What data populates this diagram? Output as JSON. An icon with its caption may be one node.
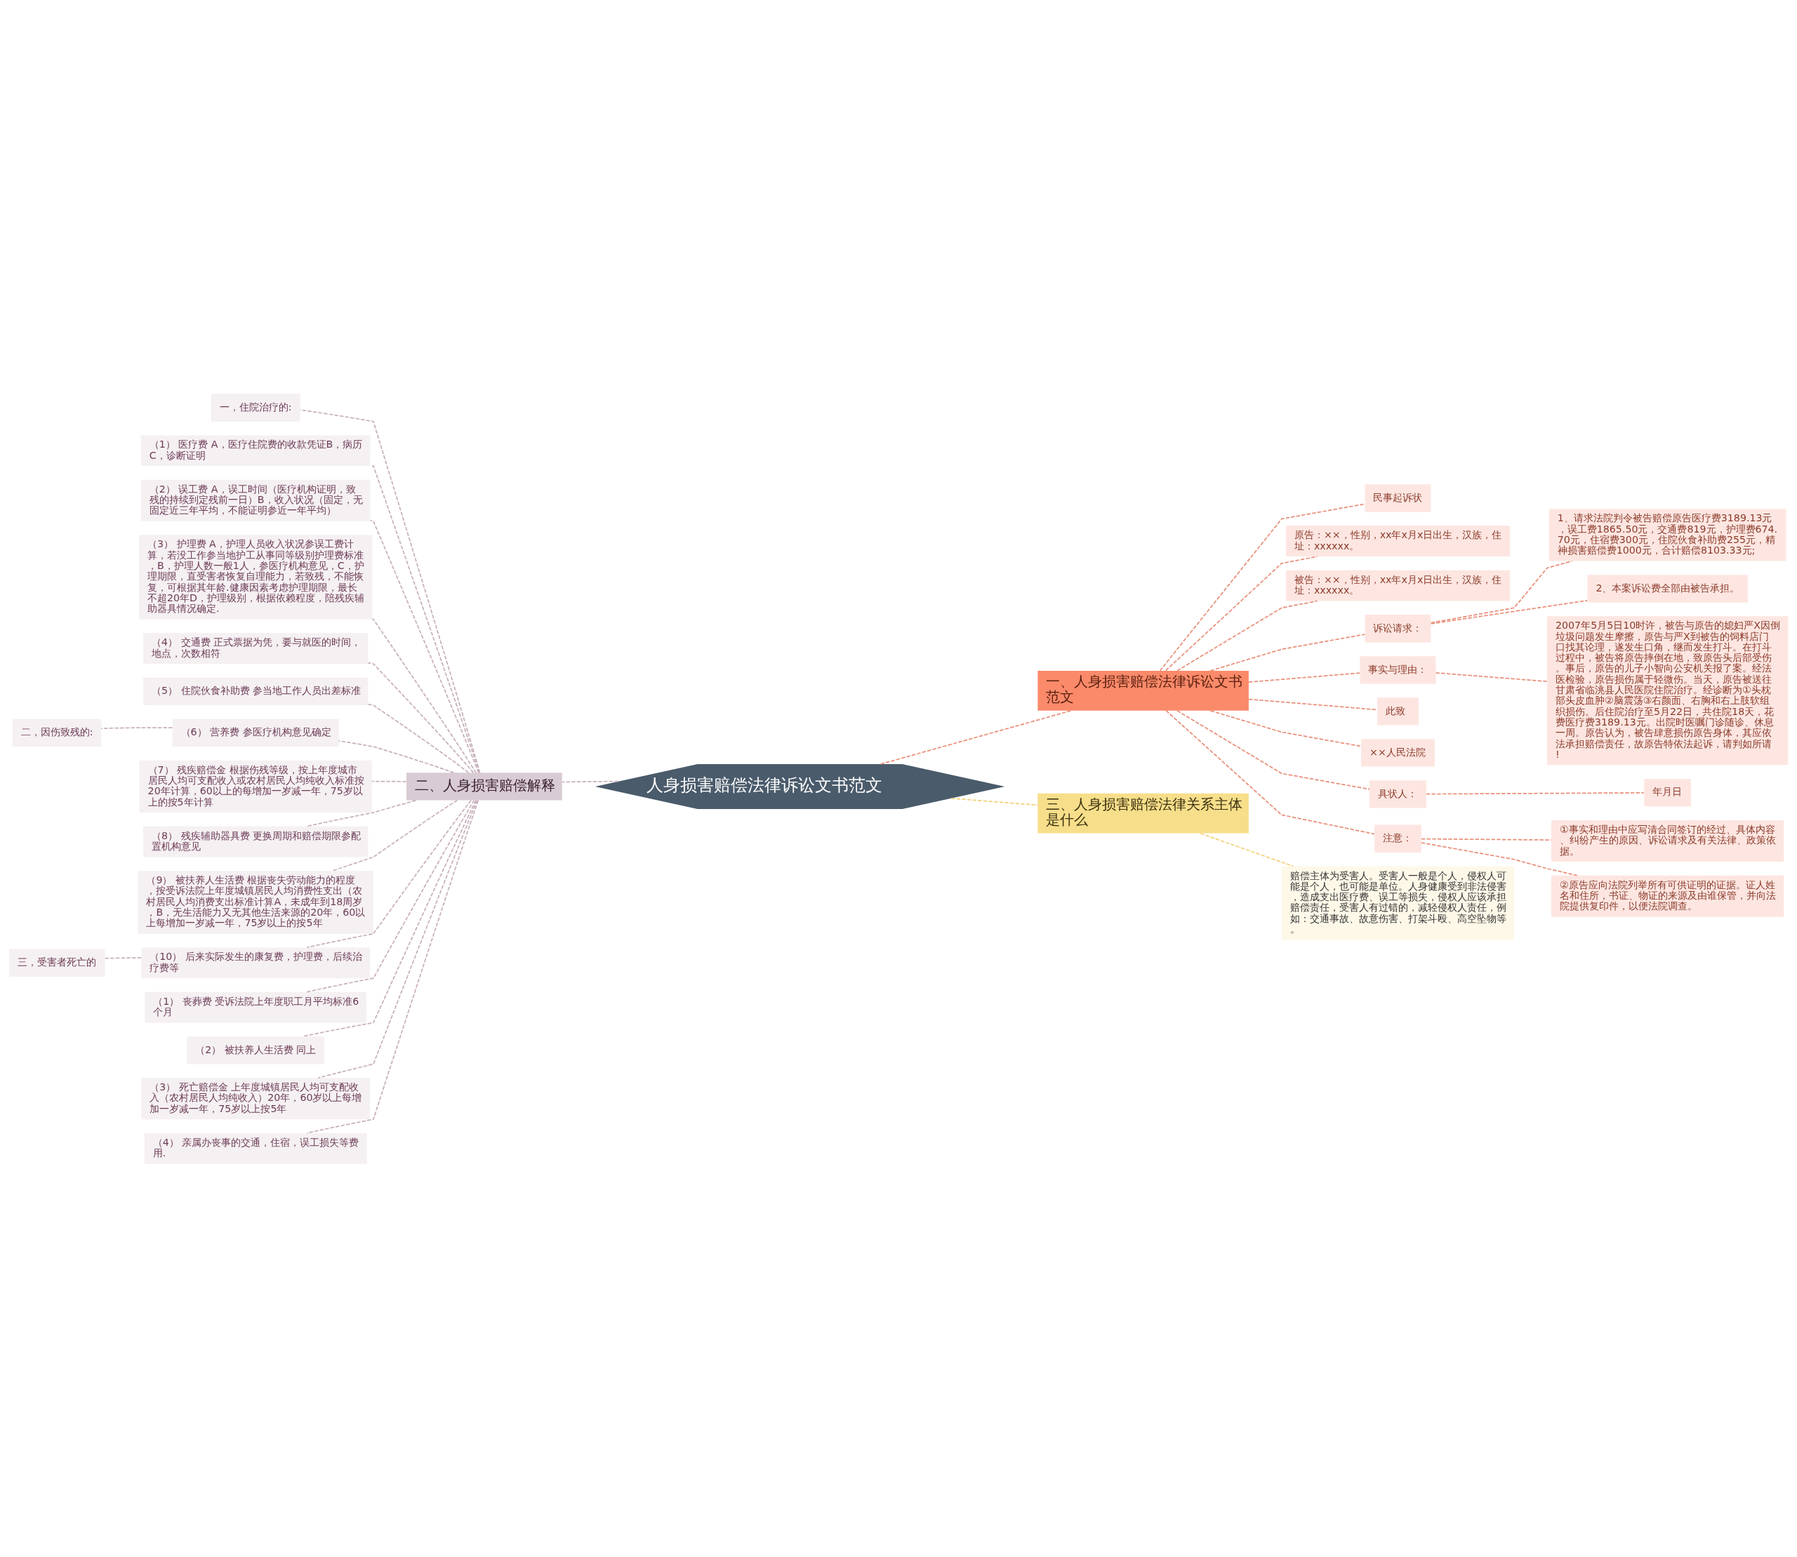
{
  "diagram": {
    "nodes": [
      {
        "text": [
          "人身损害赔偿法律诉讼文书范文"
        ]
      },
      {
        "text": [
          "一、人身损害赔偿法律诉讼文书范文"
        ]
      },
      {
        "text": [
          "民事起诉状"
        ]
      },
      {
        "text": [
          "原告：××，性别，xx年x月x日出生，汉族，住址：xxxxxx。"
        ]
      },
      {
        "text": [
          "被告：××，性别，xx年x月x日出生，汉族，住址：xxxxxx。"
        ]
      },
      {
        "text": [
          "诉讼请求："
        ]
      },
      {
        "text": [
          "1、请求法院判令被告赔偿原告医疗费3189.13元，误工费1865.50元，交通费819元，护理费674.70元，住宿费300元，住院伙食补助费255元，精神损害赔偿费1000元，合计赔偿8103.33元;"
        ]
      },
      {
        "text": [
          "2、本案诉讼费全部由被告承担。"
        ]
      },
      {
        "text": [
          "事实与理由："
        ]
      },
      {
        "text": [
          "2007年5月5日10时许，被告与原告的媳妇严X因倒垃圾问题发生摩擦，原告与严X到被告的饲料店门口找其论理，遂发生口角，继而发生打斗。在打斗过程中，被告将原告摔倒在地，致原告头后部受伤。事后，原告的儿子小智向公安机关报了案。经法医检验，原告损伤属于轻微伤。当天，原告被送往甘肃省临洮县人民医院住院治疗。经诊断为①头枕部头皮血肿②脑震荡③右颜面、右胸和右上肢软组织损伤。后住院治疗至5月22日，共住院18天，花费医疗费3189.13元。出院时医嘱门诊随诊、休息一周。原告认为，被告肆意损伤原告身体，其应依法承担赔偿责任，故原告特依法起诉，请判如所请!"
        ]
      },
      {
        "text": [
          "此致"
        ]
      },
      {
        "text": [
          "××人民法院"
        ]
      },
      {
        "text": [
          "具状人："
        ]
      },
      {
        "text": [
          "年月日"
        ]
      },
      {
        "text": [
          "注意："
        ]
      },
      {
        "text": [
          "①事实和理由中应写清合同签订的经过、具体内容、纠纷产生的原因、诉讼请求及有关法律、政策依据。"
        ]
      },
      {
        "text": [
          "②原告应向法院列举所有可供证明的证据。证人姓名和住所，书证、物证的来源及由谁保管，并向法院提供复印件，以便法院调查。"
        ]
      },
      {
        "text": [
          "三、人身损害赔偿法律关系主体是什么"
        ]
      },
      {
        "text": [
          "赔偿主体为受害人。受害人一般是个人，侵权人可能是个人，也可能是单位。人身健康受到非法侵害，造成支出医疗费、误工等损失，侵权人应该承担赔偿责任，受害人有过错的，减轻侵权人责任，例如：交通事故、故意伤害、打架斗殴、高空坠物等。"
        ]
      },
      {
        "text": [
          "二、人身损害赔偿解释"
        ]
      },
      {
        "text": [
          "一，住院治疗的:"
        ]
      },
      {
        "text": [
          "（1） 医疗费 A，医疗住院费的收款凭证B，病历C，诊断证明"
        ]
      },
      {
        "text": [
          "（2） 误工费 A，误工时间（医疗机构证明，致残的持续到定残前一日）B，收入状况（固定，无固定近三年平均，不能证明参近一年平均）"
        ]
      },
      {
        "text": [
          "（3） 护理费 A，护理人员收入状况参误工费计算，若没工作参当地护工从事同等级别护理费标准，B，护理人数一般1人，参医疗机构意见，C，护理期限，直受害者恢复自理能力，若致残，不能恢复，可根据其年龄.健康因素考虑护理期限，最长不超20年D，护理级别，根据依赖程度，陪残疾辅助器具情况确定."
        ]
      },
      {
        "text": [
          "（4） 交通费 正式票据为凭，要与就医的时间，地点，次数相符"
        ]
      },
      {
        "text": [
          "（5） 住院伙食补助费 参当地工作人员出差标准"
        ]
      },
      {
        "text": [
          "二，因伤致残的:"
        ]
      },
      {
        "text": [
          "（6） 营养费 参医疗机构意见确定"
        ]
      },
      {
        "text": [
          "（7） 残疾赔偿金 根据伤残等级，按上年度城市居民人均可支配收入或农村居民人均纯收入标准按20年计算，60以上的每增加一岁减一年，75岁以上的按5年计算"
        ]
      },
      {
        "text": [
          "（8） 残疾辅助器具费 更换周期和赔偿期限参配置机构意见"
        ]
      },
      {
        "text": [
          "（9） 被扶养人生活费 根据丧失劳动能力的程度，按受诉法院上年度城镇居民人均消费性支出（农村居民人均消费支出标准计算A，未成年到18周岁，B，无生活能力又无其他生活来源的20年，60以上每增加一岁减一年，75岁以上的按5年"
        ]
      },
      {
        "text": [
          "三，受害者死亡的"
        ]
      },
      {
        "text": [
          "（10） 后来实际发生的康复费，护理费，后续治疗费等"
        ]
      },
      {
        "text": [
          "（1） 丧葬费 受诉法院上年度职工月平均标准6个月"
        ]
      },
      {
        "text": [
          "（2） 被扶养人生活费 同上"
        ]
      },
      {
        "text": [
          "（3） 死亡赔偿金 上年度城镇居民人均可支配收入（农村居民人均纯收入）20年，60岁以上每增加一岁减一年，75岁以上按5年"
        ]
      },
      {
        "text": [
          "（4） 亲属办丧事的交通，住宿，误工损失等费用."
        ]
      }
    ],
    "edges": [
      {
        "from": 0,
        "to": 1,
        "arrow": "none",
        "style": "dashed",
        "color": "#e8907a"
      },
      {
        "from": 1,
        "to": 2,
        "arrow": "none",
        "style": "dashed",
        "color": "#e8907a"
      },
      {
        "from": 1,
        "to": 3,
        "arrow": "none",
        "style": "dashed",
        "color": "#e8907a"
      },
      {
        "from": 1,
        "to": 4,
        "arrow": "none",
        "style": "dashed",
        "color": "#e8907a"
      },
      {
        "from": 1,
        "to": 5,
        "arrow": "none",
        "style": "dashed",
        "color": "#e8907a"
      },
      {
        "from": 5,
        "to": 6,
        "arrow": "none",
        "style": "dashed",
        "color": "#e8907a"
      },
      {
        "from": 5,
        "to": 7,
        "arrow": "none",
        "style": "dashed",
        "color": "#e8907a"
      },
      {
        "from": 1,
        "to": 8,
        "arrow": "none",
        "style": "dashed",
        "color": "#e8907a"
      },
      {
        "from": 8,
        "to": 9,
        "arrow": "none",
        "style": "dashed",
        "color": "#e8907a"
      },
      {
        "from": 1,
        "to": 10,
        "arrow": "none",
        "style": "dashed",
        "color": "#e8907a"
      },
      {
        "from": 1,
        "to": 11,
        "arrow": "none",
        "style": "dashed",
        "color": "#e8907a"
      },
      {
        "from": 1,
        "to": 12,
        "arrow": "none",
        "style": "dashed",
        "color": "#e8907a"
      },
      {
        "from": 12,
        "to": 13,
        "arrow": "none",
        "style": "dashed",
        "color": "#e8907a"
      },
      {
        "from": 1,
        "to": 14,
        "arrow": "none",
        "style": "dashed",
        "color": "#e8907a"
      },
      {
        "from": 14,
        "to": 15,
        "arrow": "none",
        "style": "dashed",
        "color": "#e8907a"
      },
      {
        "from": 14,
        "to": 16,
        "arrow": "none",
        "style": "dashed",
        "color": "#e8907a"
      },
      {
        "from": 0,
        "to": 17,
        "arrow": "none",
        "style": "dashed",
        "color": "#f2d27a"
      },
      {
        "from": 17,
        "to": 18,
        "arrow": "none",
        "style": "dashed",
        "color": "#f2d27a"
      },
      {
        "from": 0,
        "to": 19,
        "arrow": "none",
        "style": "dashed",
        "color": "#c8b0bc"
      },
      {
        "from": 19,
        "to": 20,
        "arrow": "none",
        "style": "dashed",
        "color": "#c8b0bc"
      },
      {
        "from": 19,
        "to": 21,
        "arrow": "none",
        "style": "dashed",
        "color": "#c8b0bc"
      },
      {
        "from": 19,
        "to": 22,
        "arrow": "none",
        "style": "dashed",
        "color": "#c8b0bc"
      },
      {
        "from": 19,
        "to": 23,
        "arrow": "none",
        "style": "dashed",
        "color": "#c8b0bc"
      },
      {
        "from": 19,
        "to": 24,
        "arrow": "none",
        "style": "dashed",
        "color": "#c8b0bc"
      },
      {
        "from": 19,
        "to": 25,
        "arrow": "none",
        "style": "dashed",
        "color": "#c8b0bc"
      },
      {
        "from": 19,
        "to": 27,
        "arrow": "none",
        "style": "dashed",
        "color": "#c8b0bc"
      },
      {
        "from": 27,
        "to": 26,
        "arrow": "none",
        "style": "dashed",
        "color": "#c8b0bc"
      },
      {
        "from": 19,
        "to": 28,
        "arrow": "none",
        "style": "dashed",
        "color": "#c8b0bc"
      },
      {
        "from": 19,
        "to": 29,
        "arrow": "none",
        "style": "dashed",
        "color": "#c8b0bc"
      },
      {
        "from": 19,
        "to": 30,
        "arrow": "none",
        "style": "dashed",
        "color": "#c8b0bc"
      },
      {
        "from": 19,
        "to": 32,
        "arrow": "none",
        "style": "dashed",
        "color": "#c8b0bc"
      },
      {
        "from": 32,
        "to": 31,
        "arrow": "none",
        "style": "dashed",
        "color": "#c8b0bc"
      },
      {
        "from": 19,
        "to": 33,
        "arrow": "none",
        "style": "dashed",
        "color": "#c8b0bc"
      },
      {
        "from": 19,
        "to": 34,
        "arrow": "none",
        "style": "dashed",
        "color": "#c8b0bc"
      },
      {
        "from": 19,
        "to": 35,
        "arrow": "none",
        "style": "dashed",
        "color": "#c8b0bc"
      },
      {
        "from": 19,
        "to": 36,
        "arrow": "none",
        "style": "dashed",
        "color": "#c8b0bc"
      }
    ]
  }
}
